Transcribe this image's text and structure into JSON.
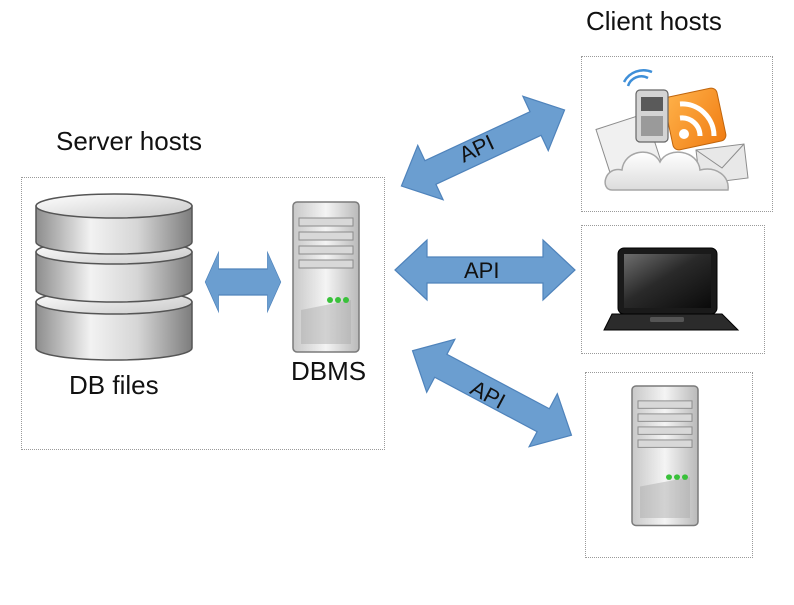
{
  "titles": {
    "client_hosts": "Client hosts",
    "server_hosts": "Server hosts"
  },
  "server": {
    "db_files_label": "DB files",
    "dbms_label": "DBMS"
  },
  "connections": {
    "top_label": "API",
    "middle_label": "API",
    "bottom_label": "API"
  },
  "clients": [
    {
      "icon": "cloud-devices-icon"
    },
    {
      "icon": "laptop-icon"
    },
    {
      "icon": "server-tower-icon"
    }
  ],
  "colors": {
    "arrow_fill": "#6b9ed0",
    "arrow_stroke": "#4f83bb",
    "led": "#39c13a"
  }
}
